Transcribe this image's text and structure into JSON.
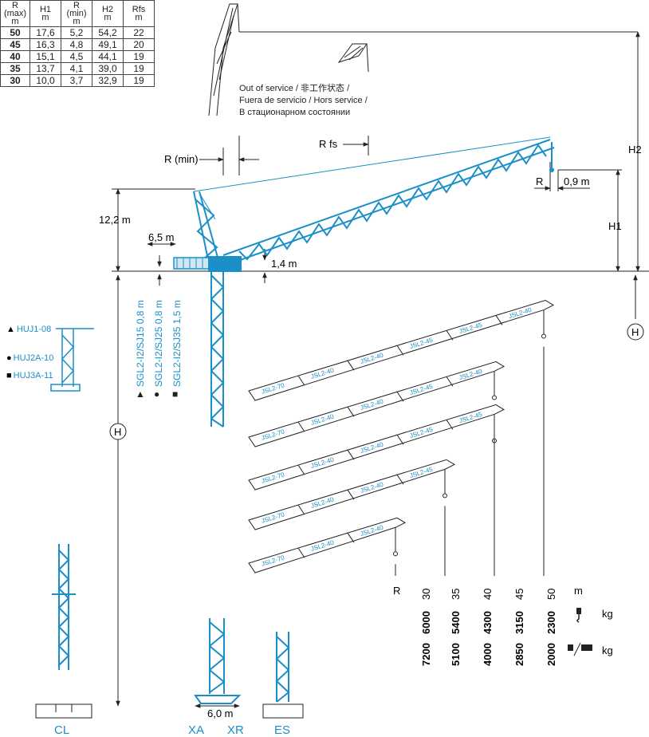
{
  "table": {
    "headers": [
      [
        "R (max)",
        "m"
      ],
      [
        "H1",
        "m"
      ],
      [
        "R (min)",
        "m"
      ],
      [
        "H2",
        "m"
      ],
      [
        "Rfs",
        "m"
      ]
    ],
    "rows": [
      [
        "50",
        "17,6",
        "5,2",
        "54,2",
        "22"
      ],
      [
        "45",
        "16,3",
        "4,8",
        "49,1",
        "20"
      ],
      [
        "40",
        "15,1",
        "4,5",
        "44,1",
        "19"
      ],
      [
        "35",
        "13,7",
        "4,1",
        "39,0",
        "19"
      ],
      [
        "30",
        "10,0",
        "3,7",
        "32,9",
        "19"
      ]
    ]
  },
  "labels": {
    "out_of_service": "Out of service / 非工作状态 / Fuera de servicio / Hors service / В стационарном состоянии",
    "r_fs": "R fs",
    "r_min": "R (min)",
    "h2": "H2",
    "h1": "H1",
    "r": "R",
    "r_09": "0,9 m",
    "h_12_2": "12,2 m",
    "d_6_5": "6,5 m",
    "d_1_4": "1,4 m",
    "h_circle": "H",
    "d_6_0": "6,0 m",
    "base_cl": "CL",
    "base_xa": "XA",
    "base_xr": "XR",
    "base_es": "ES"
  },
  "counterweights": [
    {
      "symbol": "▲",
      "text": "HUJ1-08"
    },
    {
      "symbol": "●",
      "text": "HUJ2A-10"
    },
    {
      "symbol": "■",
      "text": "HUJ3A-11"
    }
  ],
  "ballast": [
    {
      "text": "SGL2-I2/SJ15  0,8 m",
      "symbol": "▲"
    },
    {
      "text": "SGL2-I2/SJ25  0,8 m",
      "symbol": "●"
    },
    {
      "text": "SGL2-I2/SJ35  1,5 m",
      "symbol": "■"
    }
  ],
  "jibs": [
    {
      "segments": [
        "JSL2-70",
        "JSL2-40",
        "JSL2-40",
        "JSL2-45",
        "JSL2-45",
        "JSL2-40"
      ]
    },
    {
      "segments": [
        "JSL2-70",
        "JSL2-40",
        "JSL2-40",
        "JSL2-45",
        "JSL2-40"
      ]
    },
    {
      "segments": [
        "JSL2-70",
        "JSL2-40",
        "JSL2-40",
        "JSL2-45",
        "JSL2-45"
      ]
    },
    {
      "segments": [
        "JSL2-70",
        "JSL2-40",
        "JSL2-40",
        "JSL2-45"
      ]
    },
    {
      "segments": [
        "JSL2-70",
        "JSL2-40",
        "JSL2-40"
      ]
    }
  ],
  "load_table": {
    "r_label": "R",
    "unit_m": "m",
    "unit_kg": "kg",
    "radii": [
      "30",
      "35",
      "40",
      "45",
      "50"
    ],
    "loads_single": [
      "6000",
      "5400",
      "4300",
      "3150",
      "2300"
    ],
    "loads_double": [
      "7200",
      "5100",
      "4000",
      "2850",
      "2000"
    ]
  },
  "colors": {
    "crane": "#1a8fc8",
    "line": "#222222"
  }
}
